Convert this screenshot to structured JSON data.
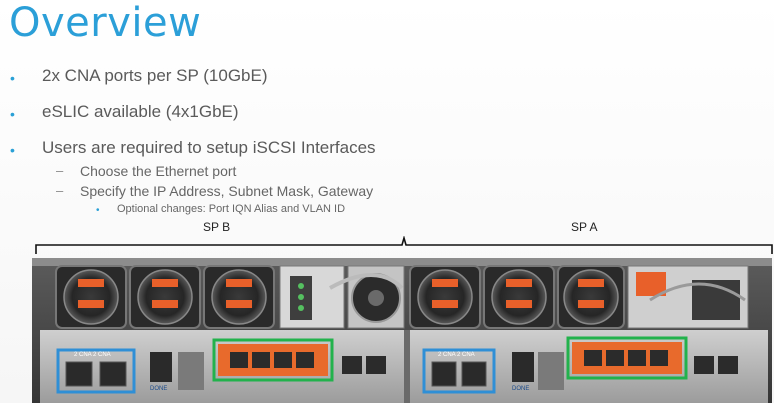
{
  "slide": {
    "title": "Overview",
    "bullets": [
      {
        "text": "2x CNA ports per SP (10GbE)"
      },
      {
        "text": "eSLIC available (4x1GbE)"
      },
      {
        "text": "Users are required to setup iSCSI Interfaces"
      }
    ],
    "sub_bullets": [
      {
        "text": "Choose the Ethernet port"
      },
      {
        "text": "Specify the IP Address, Subnet Mask, Gateway"
      }
    ],
    "sub_sub_bullets": [
      {
        "text": "Optional changes: Port IQN Alias and VLAN ID"
      }
    ],
    "bullet_marker": "•",
    "dash_marker": "–",
    "hardware": {
      "sp_b_label": "SP B",
      "sp_a_label": "SP A",
      "cna_port_label": "2 CNA   2 CNA",
      "done_label": "DONE",
      "colors": {
        "cna_highlight": "#2f8fd6",
        "eslic_highlight": "#22b24c",
        "eslic_card": "#e86a2c",
        "fan_orange": "#e8602a",
        "chassis": "#4a4a4a"
      }
    }
  }
}
